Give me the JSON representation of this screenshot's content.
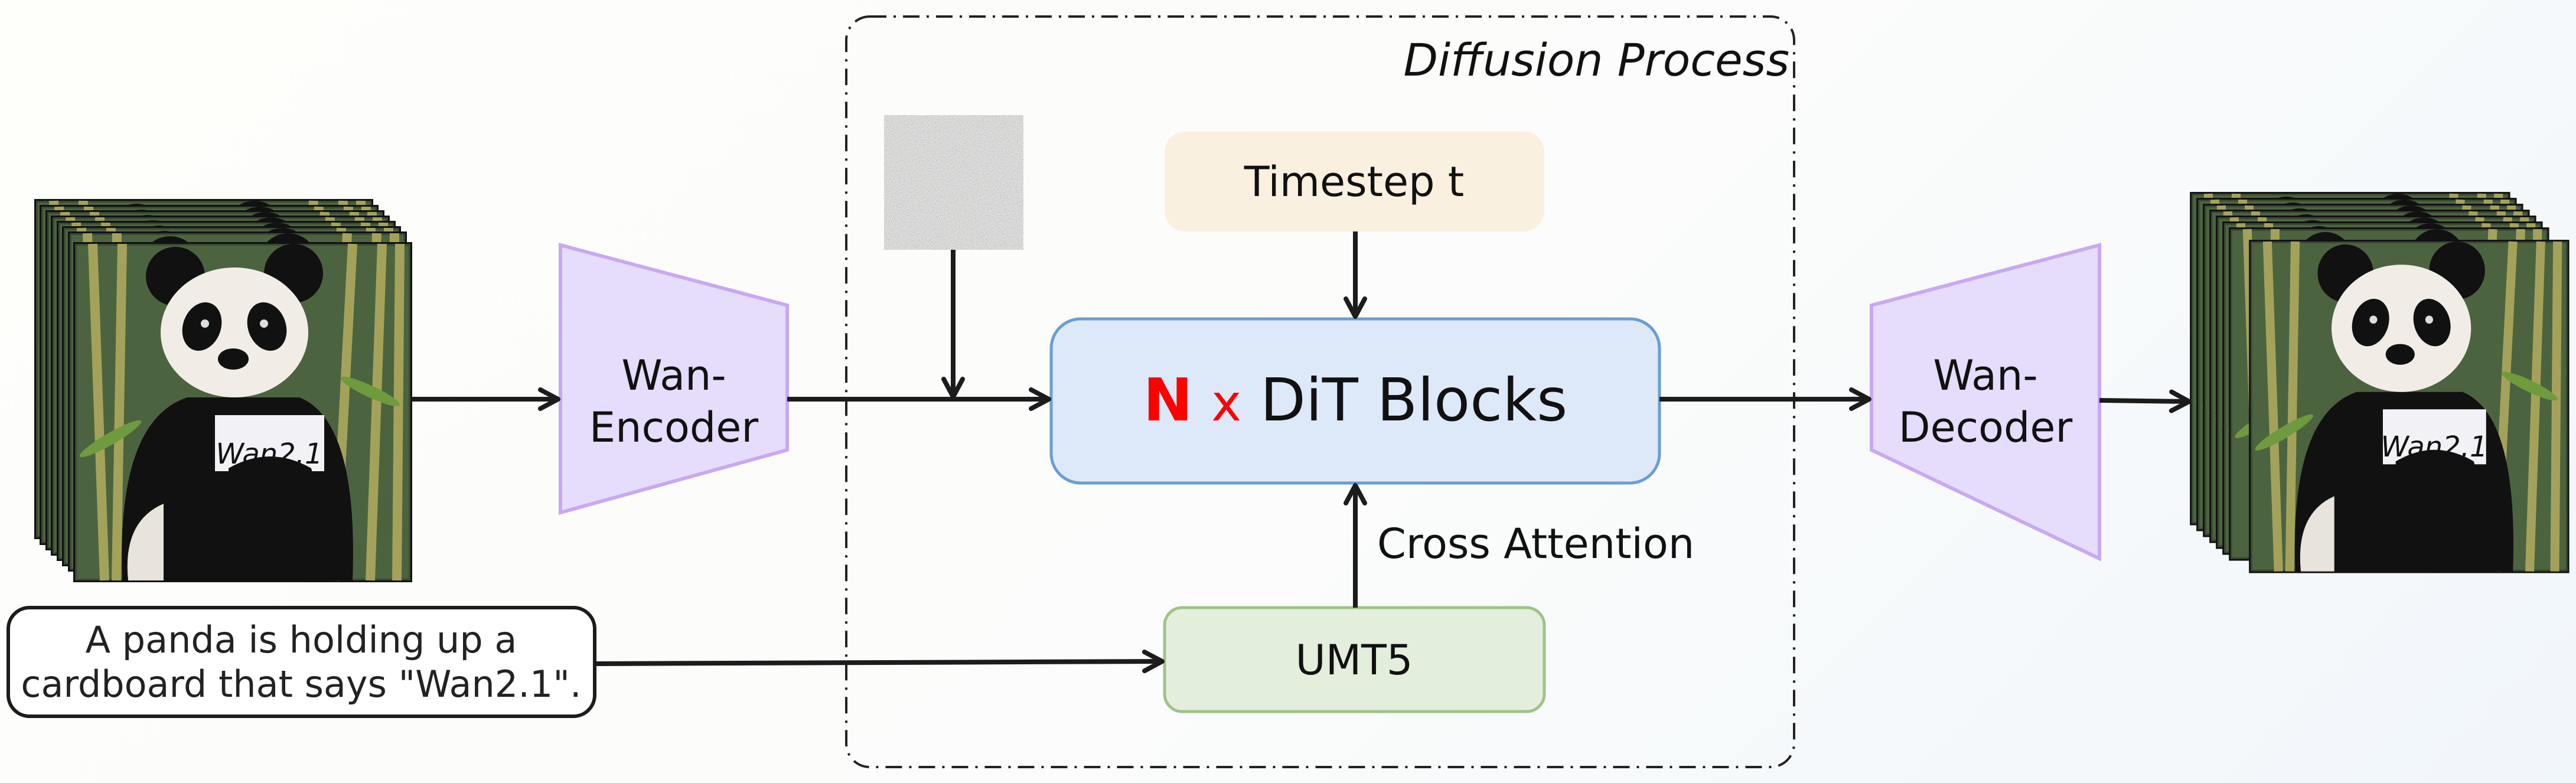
{
  "diagram": {
    "diffusion_label": "Diffusion Process",
    "encoder_label": [
      "Wan-",
      "Encoder"
    ],
    "decoder_label": [
      "Wan-",
      "Decoder"
    ],
    "timestep_label": "Timestep t",
    "dit_label": {
      "n": "N",
      "x": "x",
      "rest": "DiT Blocks"
    },
    "cross_attention_label": "Cross Attention",
    "umt5_label": "UMT5",
    "prompt_text": [
      "A panda is holding up a",
      "cardboard that says \"Wan2.1\"."
    ],
    "sign_text": "Wan2.1",
    "colors": {
      "encoder_fill": "#e6dcfb",
      "encoder_stroke": "#c9a8f2",
      "timestep_fill": "#f9f0df",
      "dit_fill": "#dde9f8",
      "dit_stroke": "#6a9ed3",
      "umt5_fill": "#e3efdc",
      "umt5_stroke": "#9dc487",
      "highlight": "#ff0000"
    }
  }
}
